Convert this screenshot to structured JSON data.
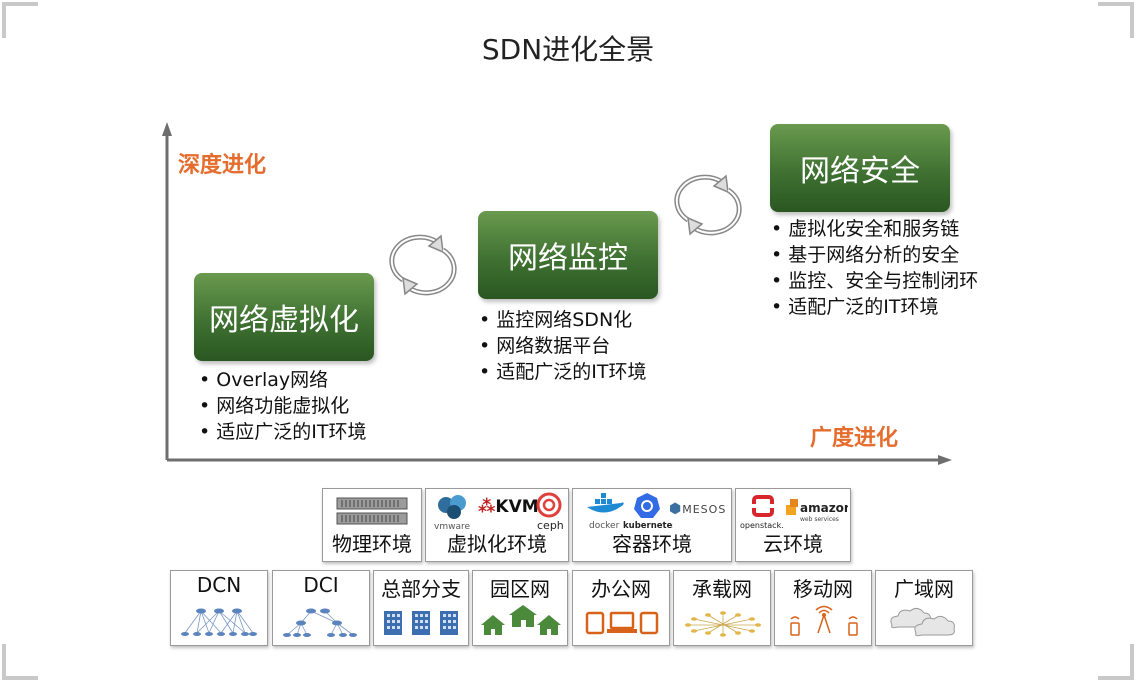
{
  "title": "SDN进化全景",
  "axis": {
    "y_label": "深度进化",
    "x_label": "广度进化"
  },
  "stages": [
    {
      "title": "网络虚拟化",
      "bullets": [
        "Overlay网络",
        "网络功能虚拟化",
        "适应广泛的IT环境"
      ]
    },
    {
      "title": "网络监控",
      "bullets": [
        "监控网络SDN化",
        "网络数据平台",
        "适配广泛的IT环境"
      ]
    },
    {
      "title": "网络安全",
      "bullets": [
        "虚拟化安全和服务链",
        "基于网络分析的安全",
        "监控、安全与控制闭环",
        "适配广泛的IT环境"
      ]
    }
  ],
  "environments": [
    {
      "label": "物理环境",
      "logos": []
    },
    {
      "label": "虚拟化环境",
      "logos": [
        "vmware",
        "KVM",
        "ceph"
      ]
    },
    {
      "label": "容器环境",
      "logos": [
        "docker",
        "kubernetes",
        "MESOS"
      ]
    },
    {
      "label": "云环境",
      "logos": [
        "openstack.",
        "amazon",
        "web services"
      ]
    }
  ],
  "networks": [
    {
      "label": "DCN",
      "icon": "network-topology-icon"
    },
    {
      "label": "DCI",
      "icon": "network-interconnect-icon"
    },
    {
      "label": "总部分支",
      "icon": "building-icon"
    },
    {
      "label": "园区网",
      "icon": "house-icon"
    },
    {
      "label": "办公网",
      "icon": "laptop-icon"
    },
    {
      "label": "承载网",
      "icon": "network-mesh-icon"
    },
    {
      "label": "移动网",
      "icon": "radio-tower-icon"
    },
    {
      "label": "广域网",
      "icon": "cloud-icon"
    }
  ],
  "colors": {
    "axis_label": "#e46c2c",
    "stage_box": "#3f7132",
    "frame": "#c9c9c9"
  }
}
